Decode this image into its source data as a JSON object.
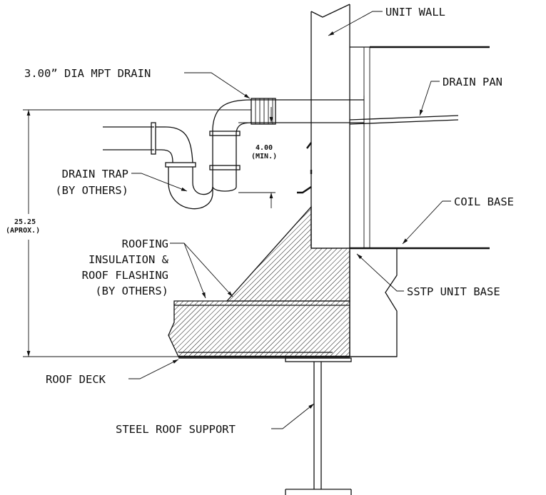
{
  "labels": {
    "unit_wall": "UNIT WALL",
    "drain_pan": "DRAIN PAN",
    "mpt_drain": "3.00” DIA MPT DRAIN",
    "drain_trap_1": "DRAIN TRAP",
    "drain_trap_2": "(BY OTHERS)",
    "coil_base": "COIL BASE",
    "roofing_1": "ROOFING",
    "roofing_2": "INSULATION &",
    "roofing_3": "ROOF FLASHING",
    "roofing_4": "(BY OTHERS)",
    "sstp_unit_base": "SSTP UNIT BASE",
    "roof_deck": "ROOF DECK",
    "steel_roof_support": "STEEL ROOF SUPPORT"
  },
  "dimensions": {
    "trap_value": "4.00",
    "trap_note": "(MIN.)",
    "overall_value": "25.25",
    "overall_note": "(APROX.)"
  },
  "colors": {
    "ink": "#111111",
    "paper": "#ffffff"
  }
}
